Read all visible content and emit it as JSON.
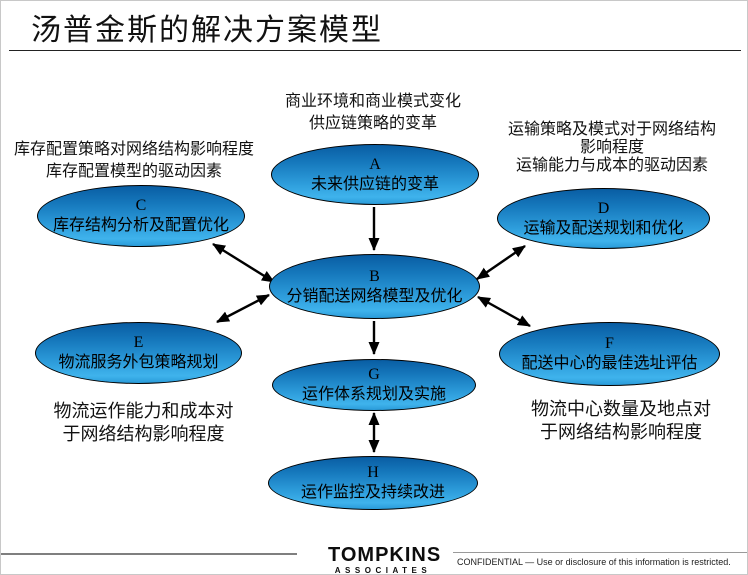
{
  "title": "汤普金斯的解决方案模型",
  "annotations": {
    "top_center": {
      "line1": "商业环境和商业模式变化",
      "line2": "供应链策略的变革"
    },
    "top_left": {
      "line1": "库存配置策略对网络结构影响程度",
      "line2": "库存配置模型的驱动因素"
    },
    "top_right": {
      "line1": "运输策略及模式对于网络结构",
      "line2": "影响程度",
      "line3": "运输能力与成本的驱动因素"
    },
    "bottom_left": {
      "line1": "物流运作能力和成本对",
      "line2": "于网络结构影响程度"
    },
    "bottom_right": {
      "line1": "物流中心数量及地点对",
      "line2": "于网络结构影响程度"
    }
  },
  "nodes": {
    "a": {
      "id": "A",
      "label": "未来供应链的变革"
    },
    "b": {
      "id": "B",
      "label": "分销配送网络模型及优化"
    },
    "c": {
      "id": "C",
      "label": "库存结构分析及配置优化"
    },
    "d": {
      "id": "D",
      "label": "运输及配送规划和优化"
    },
    "e": {
      "id": "E",
      "label": "物流服务外包策略规划"
    },
    "f": {
      "id": "F",
      "label": "配送中心的最佳选址评估"
    },
    "g": {
      "id": "G",
      "label": "运作体系规划及实施"
    },
    "h": {
      "id": "H",
      "label": "运作监控及持续改进"
    }
  },
  "connections": [
    {
      "from": "A",
      "to": "B",
      "bidirectional": false
    },
    {
      "from": "C",
      "to": "B",
      "bidirectional": true
    },
    {
      "from": "D",
      "to": "B",
      "bidirectional": true
    },
    {
      "from": "E",
      "to": "B",
      "bidirectional": true
    },
    {
      "from": "F",
      "to": "B",
      "bidirectional": true
    },
    {
      "from": "B",
      "to": "G",
      "bidirectional": false
    },
    {
      "from": "G",
      "to": "H",
      "bidirectional": true
    }
  ],
  "footer": {
    "logo_primary": "TOMPKINS",
    "logo_secondary": "ASSOCIATES",
    "confidential": "CONFIDENTIAL — Use or disclosure of this information is restricted."
  },
  "colors": {
    "node_fill_top": "#095da3",
    "node_fill_bottom": "#3ab0ea",
    "node_border": "#000000",
    "arrow": "#000000"
  }
}
